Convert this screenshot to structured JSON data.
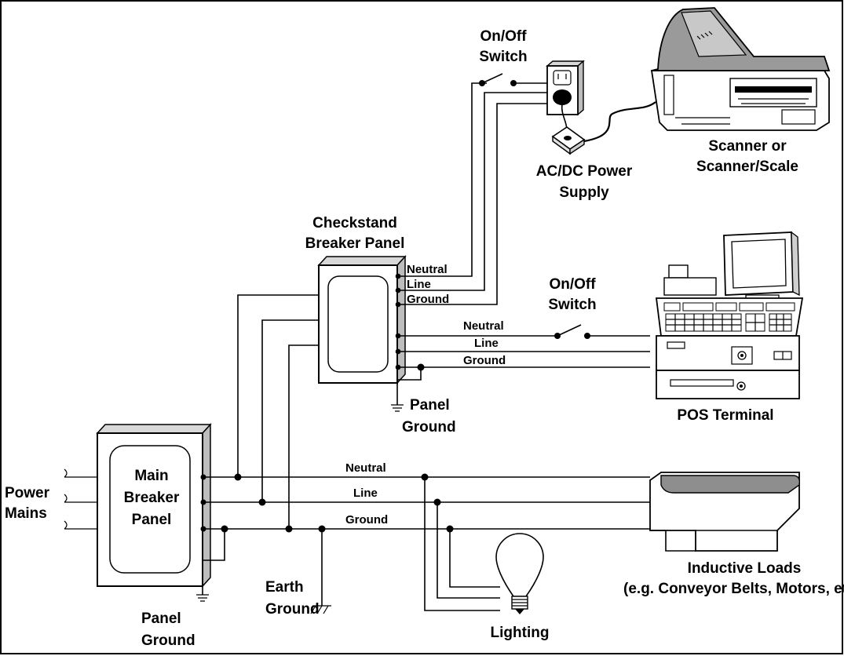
{
  "labels": {
    "on_off_switch_top": [
      "On/Off",
      "Switch"
    ],
    "on_off_switch_pos": [
      "On/Off",
      "Switch"
    ],
    "scanner": [
      "Scanner or",
      "Scanner/Scale"
    ],
    "power_supply": [
      "AC/DC Power",
      "Supply"
    ],
    "checkstand_panel": [
      "Checkstand",
      "Breaker Panel"
    ],
    "pos_terminal": "POS Terminal",
    "panel_ground_checkstand": [
      "Panel",
      "Ground"
    ],
    "main_panel": [
      "Main",
      "Breaker",
      "Panel"
    ],
    "power_mains": [
      "Power",
      "Mains"
    ],
    "inductive_loads": [
      "Inductive Loads",
      "(e.g. Conveyor Belts, Motors, etc)"
    ],
    "earth_ground": [
      "Earth",
      "Ground"
    ],
    "panel_ground_main": [
      "Panel",
      "Ground"
    ],
    "lighting": "Lighting"
  },
  "wires": {
    "checkstand_scanner": {
      "neutral": "Neutral",
      "line": "Line",
      "ground": "Ground"
    },
    "checkstand_pos": {
      "neutral": "Neutral",
      "line": "Line",
      "ground": "Ground"
    },
    "main": {
      "neutral": "Neutral",
      "line": "Line",
      "ground": "Ground"
    }
  }
}
